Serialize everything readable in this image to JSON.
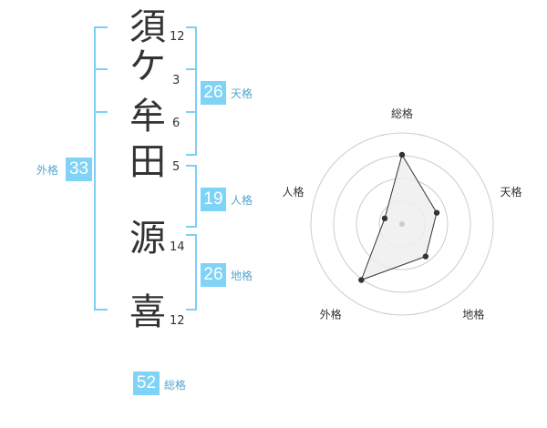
{
  "name": {
    "chars": [
      {
        "char": "須",
        "strokes": "12"
      },
      {
        "char": "ケ",
        "strokes": "3"
      },
      {
        "char": "牟",
        "strokes": "6"
      },
      {
        "char": "田",
        "strokes": "5"
      },
      {
        "char": "源",
        "strokes": "14"
      },
      {
        "char": "喜",
        "strokes": "12"
      }
    ]
  },
  "kakusu": {
    "tenkaku": {
      "value": "26",
      "label": "天格"
    },
    "jinkaku": {
      "value": "19",
      "label": "人格"
    },
    "chikaku": {
      "value": "26",
      "label": "地格"
    },
    "gaikaku": {
      "value": "33",
      "label": "外格"
    },
    "soukaku": {
      "value": "52",
      "label": "総格"
    }
  },
  "colors": {
    "accent": "#7fd3f7",
    "bracket": "#7fcff5",
    "label": "#55a6cf",
    "text": "#333333"
  },
  "chart_data": {
    "type": "radar",
    "axes": [
      "総格",
      "天格",
      "地格",
      "外格",
      "人格"
    ],
    "values": [
      3.8,
      2.0,
      2.2,
      3.8,
      1.0
    ],
    "max": 5,
    "rings": 4
  }
}
